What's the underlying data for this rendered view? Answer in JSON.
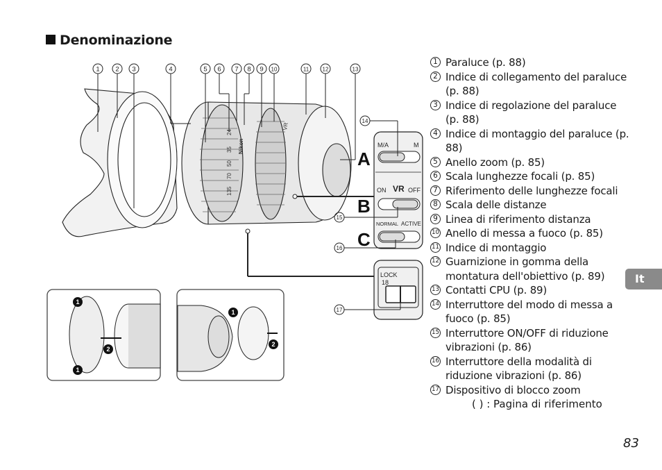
{
  "section": {
    "title": "Denominazione"
  },
  "callouts": [
    "1",
    "2",
    "3",
    "4",
    "5",
    "6",
    "7",
    "8",
    "9",
    "10",
    "11",
    "12",
    "13",
    "14",
    "15",
    "16",
    "17"
  ],
  "switch_panel": {
    "section_letters": [
      "A",
      "B",
      "C"
    ],
    "focus_mode": {
      "left": "M/A",
      "right": "M"
    },
    "vr_onoff": {
      "title": "VR",
      "left": "ON",
      "right": "OFF"
    },
    "vr_mode": {
      "left": "NORMAL",
      "right": "ACTIVE"
    },
    "zoom_lock": {
      "label": "LOCK",
      "focal": "18"
    }
  },
  "lens_markings": {
    "focal_scale": [
      "24",
      "35",
      "50",
      "70",
      "135"
    ],
    "brand": "Nikon",
    "vr_badge": "VR"
  },
  "inset_steps": [
    "1",
    "2"
  ],
  "legend": [
    {
      "num": "1",
      "text": "Paraluce (p. 88)"
    },
    {
      "num": "2",
      "text": "Indice di collegamento del paraluce (p. 88)"
    },
    {
      "num": "3",
      "text": "Indice di regolazione del paraluce (p. 88)"
    },
    {
      "num": "4",
      "text": "Indice di montaggio del paraluce (p. 88)"
    },
    {
      "num": "5",
      "text": "Anello zoom (p. 85)"
    },
    {
      "num": "6",
      "text": "Scala lunghezze focali (p. 85)"
    },
    {
      "num": "7",
      "text": "Riferimento delle lunghezze focali"
    },
    {
      "num": "8",
      "text": "Scala delle distanze"
    },
    {
      "num": "9",
      "text": "Linea di riferimento distanza"
    },
    {
      "num": "10",
      "text": "Anello di messa a fuoco (p. 85)"
    },
    {
      "num": "11",
      "text": "Indice di montaggio"
    },
    {
      "num": "12",
      "text": "Guarnizione in gomma della montatura dell'obiettivo (p. 89)"
    },
    {
      "num": "13",
      "text": "Contatti CPU (p. 89)"
    },
    {
      "num": "14",
      "text": "Interruttore del modo di messa a fuoco (p. 85)"
    },
    {
      "num": "15",
      "text": "Interruttore ON/OFF di riduzione vibrazioni (p. 86)"
    },
    {
      "num": "16",
      "text": "Interruttore della modalità di riduzione vibrazioni (p. 86)"
    },
    {
      "num": "17",
      "text": "Dispositivo di blocco zoom"
    }
  ],
  "legend_note": "(    ) : Pagina di riferimento",
  "language_tab": "It",
  "page_number": "83"
}
